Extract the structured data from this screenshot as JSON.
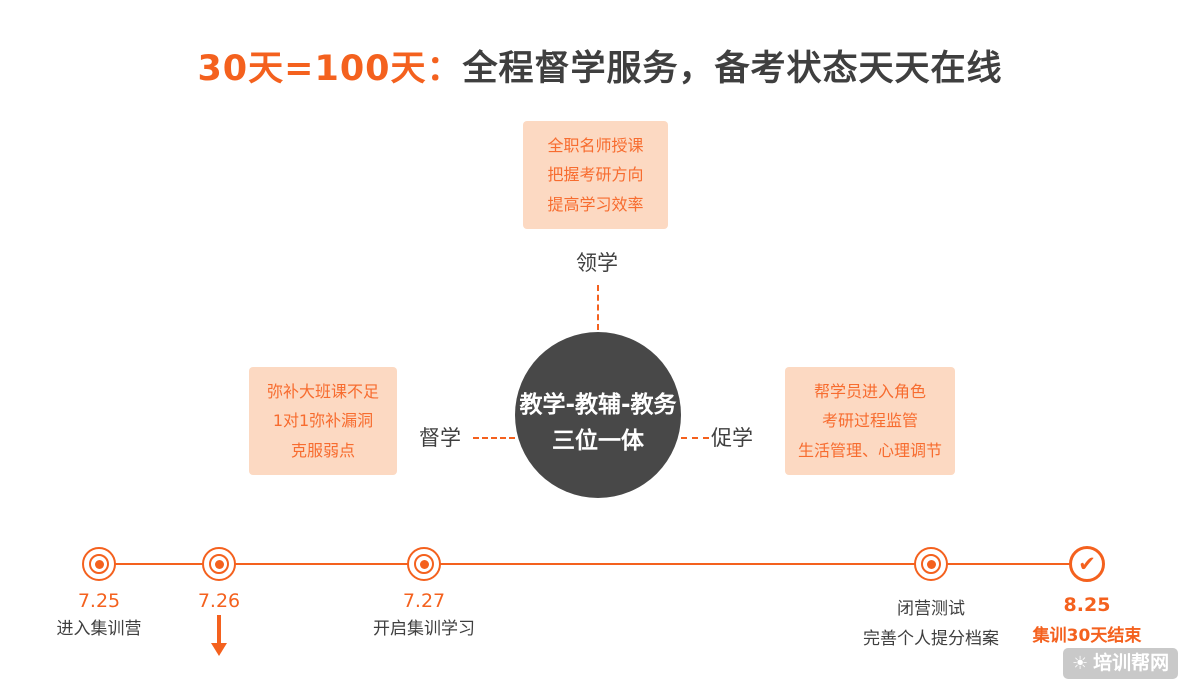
{
  "title": {
    "highlight": "30天=100天：",
    "rest": "全程督学服务，备考状态天天在线"
  },
  "center": {
    "line1": "教学-教辅-教务",
    "line2": "三位一体"
  },
  "branches": {
    "top": {
      "label": "领学",
      "lines": [
        "全职名师授课",
        "把握考研方向",
        "提高学习效率"
      ]
    },
    "left": {
      "label": "督学",
      "lines": [
        "弥补大班课不足",
        "1对1弥补漏洞",
        "克服弱点"
      ]
    },
    "right": {
      "label": "促学",
      "lines": [
        "帮学员进入角色",
        "考研过程监管",
        "生活管理、心理调节"
      ]
    }
  },
  "timeline": {
    "nodes": [
      {
        "date": "7.25",
        "label": "进入集训营"
      },
      {
        "date": "7.26",
        "label": ""
      },
      {
        "date": "7.27",
        "label": "开启集训学习"
      },
      {
        "date": "",
        "label1": "闭营测试",
        "label2": "完善个人提分档案"
      },
      {
        "date": "8.25",
        "label": "集训30天结束"
      }
    ],
    "check_glyph": "✔"
  },
  "watermark": {
    "icon": "sun-face-icon",
    "icon_glyph": "☀",
    "text": "培训帮网"
  },
  "colors": {
    "accent_orange": "#f4611e",
    "box_text_orange": "#f76c2f",
    "box_background": "#fcd9c2",
    "dark_text": "#3f3f3f",
    "circle_background": "#484848",
    "watermark_background": "#c9c9c9"
  }
}
